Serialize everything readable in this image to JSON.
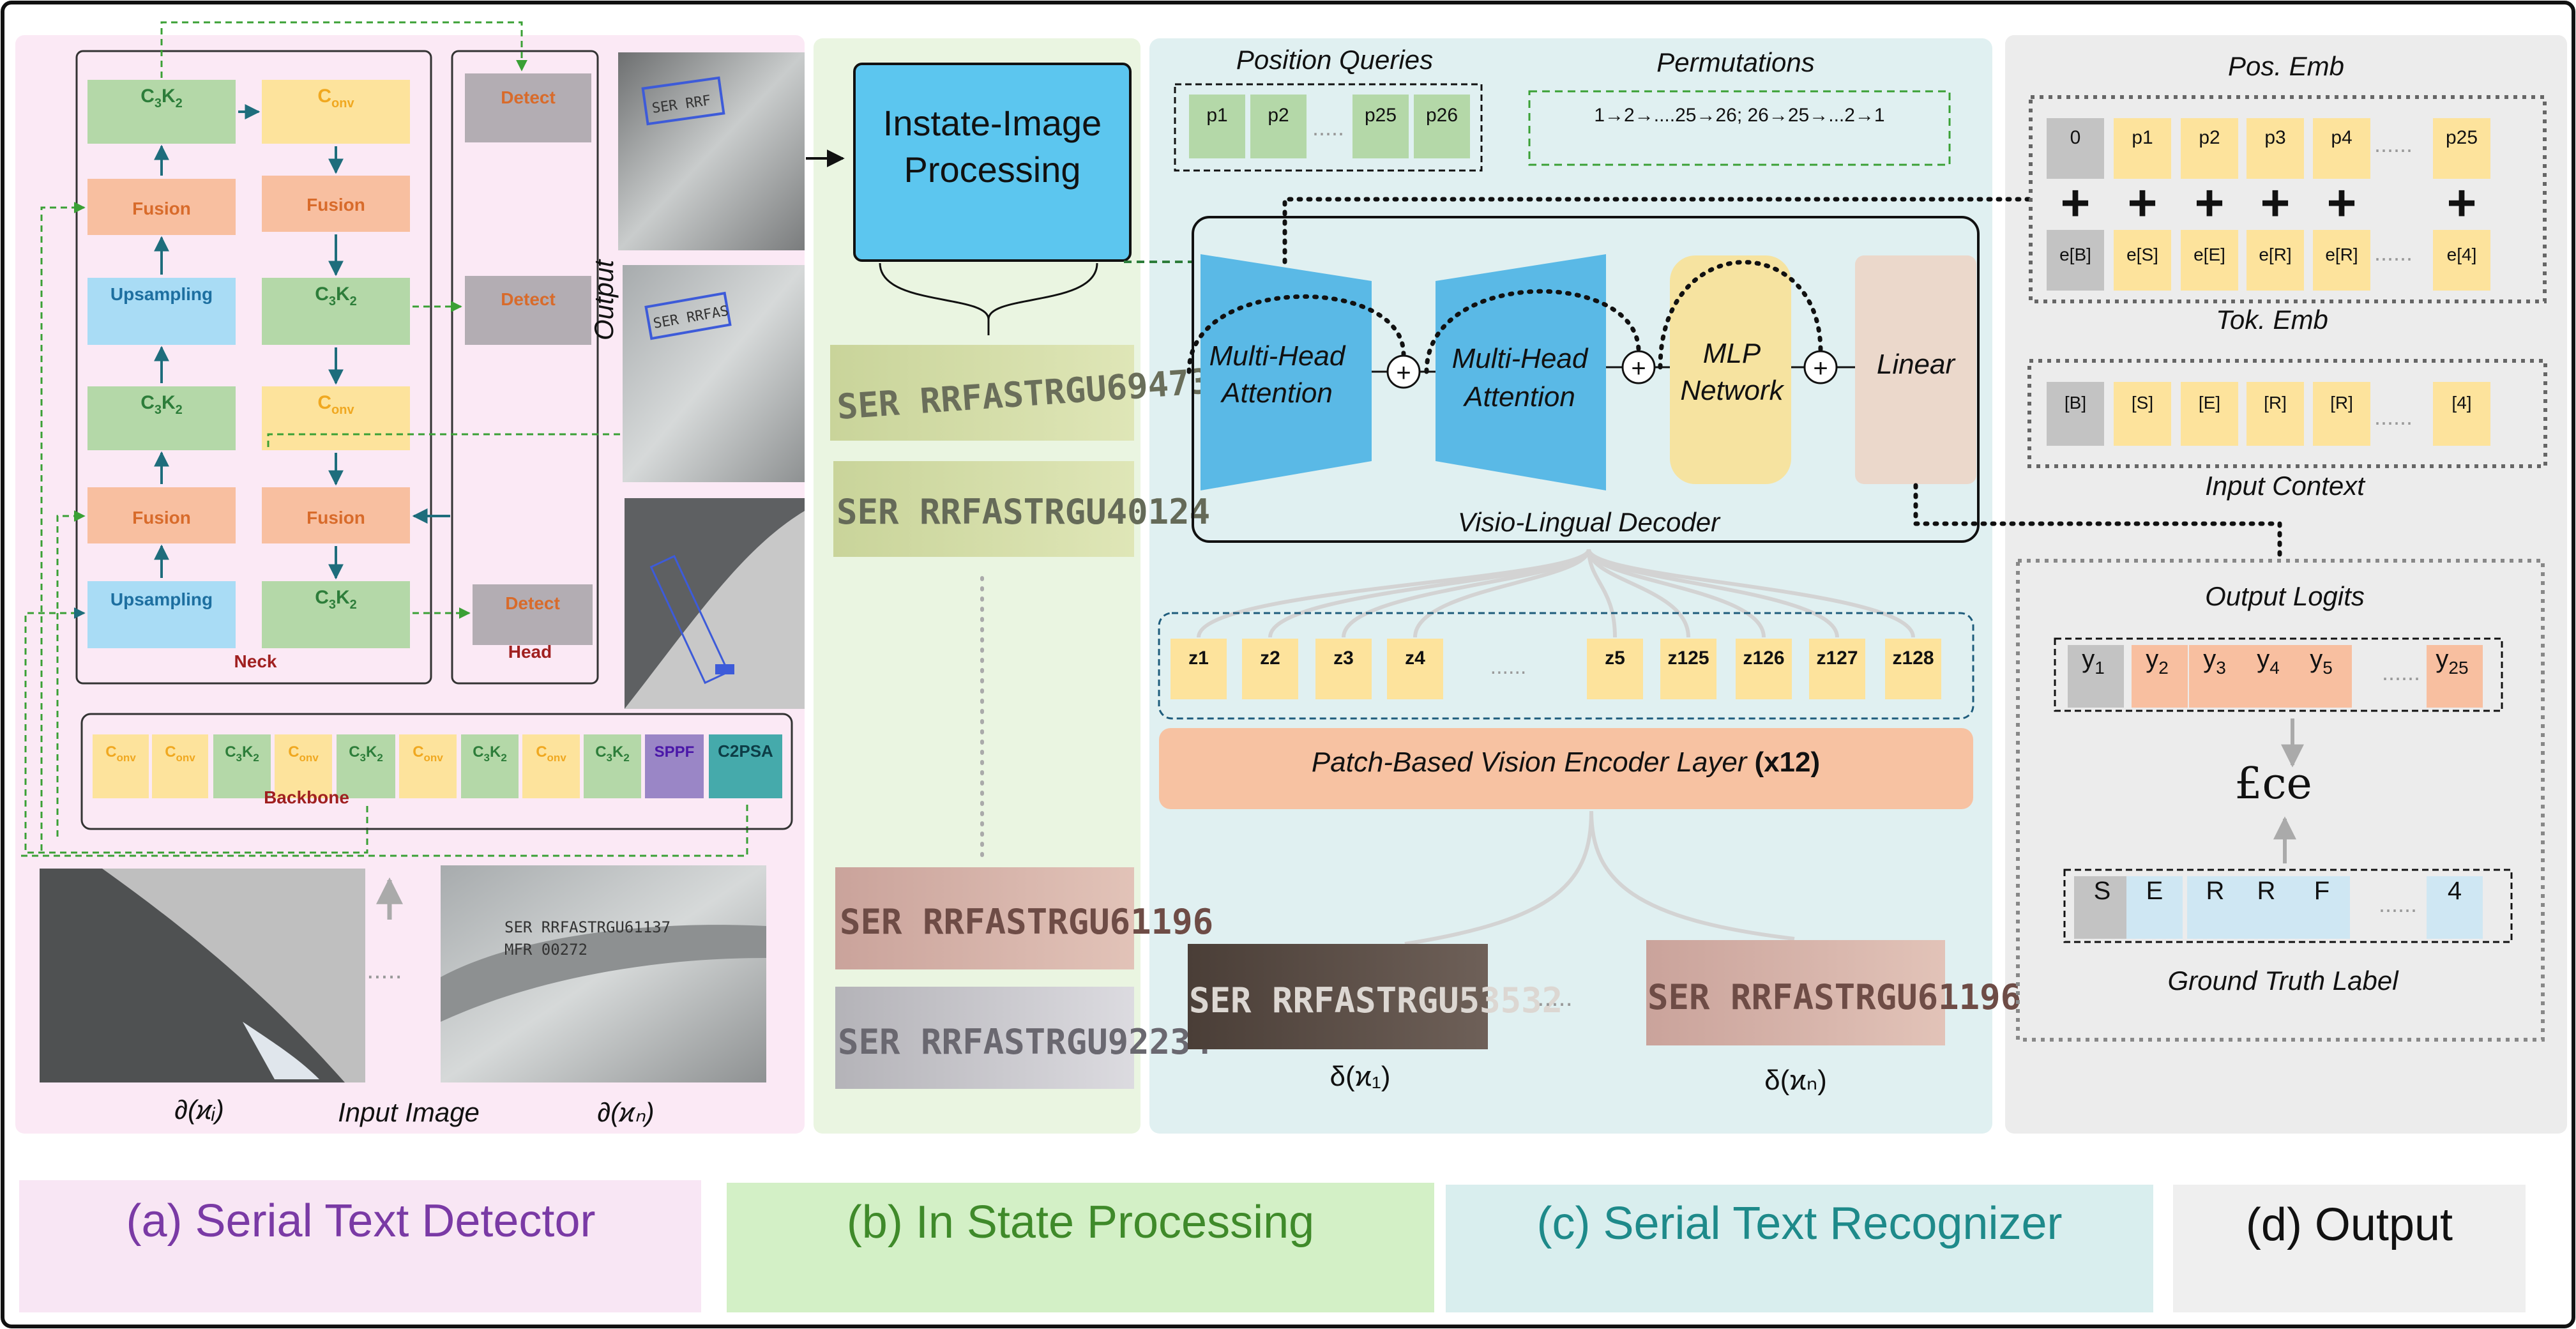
{
  "colors": {
    "panel_a": "#fbe9f5",
    "panel_b": "#eaf5e1",
    "panel_c": "#e0f0f1",
    "panel_d": "#ececec",
    "green_box": "#b4d8a8",
    "yellow_box": "#fde39c",
    "salmon_box": "#f8bfa0",
    "blue_box": "#a9dcf5",
    "gray_box": "#b3adb3",
    "purple_box": "#9a86c6",
    "teal_box": "#45aaab",
    "cyan_box": "#5cc6ef",
    "mlp_box": "#f6e3a0",
    "linear_box": "#ebd8cb",
    "encoder_bar": "#f7c2a2",
    "orange_text": "#d86b2b",
    "dark_red_text": "#a02020",
    "green_text": "#2d7d3a",
    "arrow_teal": "#1e6d7c"
  },
  "panel_a": {
    "neck_rows": [
      {
        "left": "C3K2",
        "right": "Conv"
      },
      {
        "left": "Fusion",
        "right": "Fusion"
      },
      {
        "left": "Upsampling",
        "right": "C3K2"
      },
      {
        "left": "C3K2",
        "right": "Conv"
      },
      {
        "left": "Fusion",
        "right": "Fusion"
      },
      {
        "left": "Upsampling",
        "right": "C3K2"
      }
    ],
    "neck_label": "Neck",
    "detect_labels": [
      "Detect",
      "Detect",
      "Detect"
    ],
    "head_label": "Head",
    "output_label": "Output",
    "backbone_blocks": [
      "Conv",
      "Conv",
      "C3K2",
      "Conv",
      "C3K2",
      "Conv",
      "C3K2",
      "Conv",
      "C3K2",
      "SPPF",
      "C2PSA"
    ],
    "backbone_label": "Backbone",
    "input_image_label": "Input Image",
    "x_i_label": "∂(ϰᵢ)",
    "x_n_label": "∂(ϰₙ)",
    "conv_c": "C",
    "conv_sub": "onv",
    "c3k2_c": "C",
    "c3k2_3": "3",
    "c3k2_k": "K",
    "c3k2_2": "2",
    "photo_texts": [
      "SER RRFASTRGU61137",
      "MFR 00272",
      "SER RRF",
      "SER RRFAS"
    ]
  },
  "panel_b": {
    "process_label_line1": "Instate-Image",
    "process_label_line2": "Processing",
    "crops": [
      "SER RRFASTRGU69473",
      "SER RRFASTRGU40124",
      "SER RRFASTRGU61196",
      "SER RRFASTRGU92234"
    ]
  },
  "panel_c": {
    "position_queries_title": "Position Queries",
    "position_queries": [
      "p1",
      "p2",
      "p25",
      "p26"
    ],
    "permutations_title": "Permutations",
    "permutations_text": "1→2→....25→26;    26→25→...2→1",
    "mha1_line1": "Multi-Head",
    "mha1_line2": "Attention",
    "mha2_line1": "Multi-Head",
    "mha2_line2": "Attention",
    "mlp_line1": "MLP",
    "mlp_line2": "Network",
    "linear_label": "Linear",
    "plus_symbol": "+",
    "decoder_label": "Visio-Lingual Decoder",
    "tokens": [
      "z1",
      "z2",
      "z3",
      "z4",
      "z5",
      "z125",
      "z126",
      "z127",
      "z128"
    ],
    "token_ellipsis": "......",
    "encoder_label": "Patch-Based Vision Encoder Layer",
    "encoder_suffix": "(x12)",
    "crop_left": "SER RRFASTRGU53532",
    "crop_right": "SER RRFASTRGU61196",
    "delta_1": "δ(ϰ₁)",
    "delta_n": "δ(ϰₙ)"
  },
  "panel_d": {
    "pos_emb_title": "Pos. Emb",
    "pos_emb": [
      "0",
      "p1",
      "p2",
      "p3",
      "p4",
      "p25"
    ],
    "tok_emb": [
      "e[B]",
      "e[S]",
      "e[E]",
      "e[R]",
      "e[R]",
      "e[4]"
    ],
    "tok_emb_title": "Tok. Emb",
    "input_context": [
      "[B]",
      "[S]",
      "[E]",
      "[R]",
      "[R]",
      "[4]"
    ],
    "input_context_title": "Input Context",
    "output_logits_title": "Output Logits",
    "logits": [
      "y1",
      "y2",
      "y3",
      "y4",
      "y5",
      "y25"
    ],
    "loss_label": "£ce",
    "ground_truth": [
      "S",
      "E",
      "R",
      "R",
      "F",
      "4"
    ],
    "ground_truth_title": "Ground Truth Label"
  },
  "captions": {
    "a": "(a) Serial Text Detector",
    "b": "(b) In State Processing",
    "c": "(c) Serial Text Recognizer",
    "d": "(d) Output"
  }
}
